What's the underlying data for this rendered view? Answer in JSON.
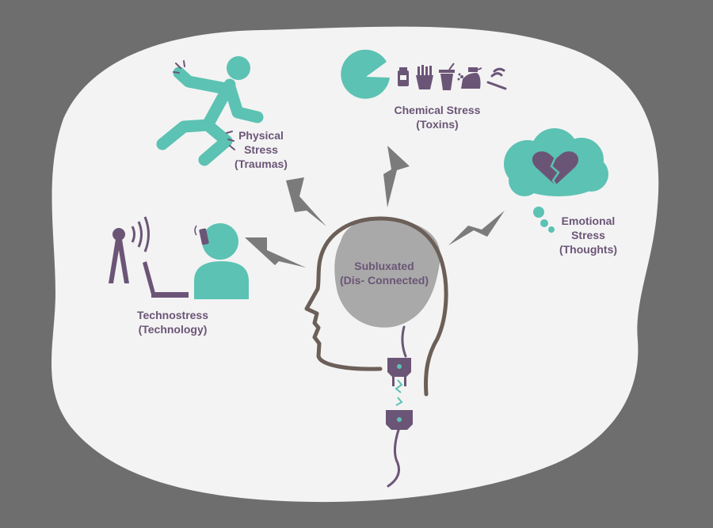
{
  "labels": {
    "physical": {
      "line1": "Physical",
      "line2": "Stress",
      "line3": "(Traumas)"
    },
    "chemical": {
      "line1": "Chemical Stress",
      "line2": "(Toxins)"
    },
    "emotional": {
      "line1": "Emotional",
      "line2": "Stress",
      "line3": "(Thoughts)"
    },
    "techno": {
      "line1": "Technostress",
      "line2": "(Technology)"
    },
    "center": {
      "line1": "Subluxated",
      "line2": "(Dis- Connected)"
    }
  },
  "colors": {
    "background": "#6e6e6e",
    "blob": "#f3f3f3",
    "teal": "#5cc2b3",
    "purple": "#6b5577",
    "gray_bolt": "#7b7b7b",
    "head_outline": "#6b5f58",
    "brain": "#a9a9a9"
  },
  "icons": [
    "running-person-icon",
    "pacman-icon",
    "pill-bottle-icon",
    "fries-icon",
    "soda-cup-icon",
    "spray-bottle-icon",
    "cigarette-icon",
    "broken-heart-icon",
    "thought-cloud-icon",
    "radio-tower-icon",
    "laptop-icon",
    "person-with-phone-icon",
    "lightning-bolt-icon",
    "plug-icon",
    "socket-icon"
  ]
}
